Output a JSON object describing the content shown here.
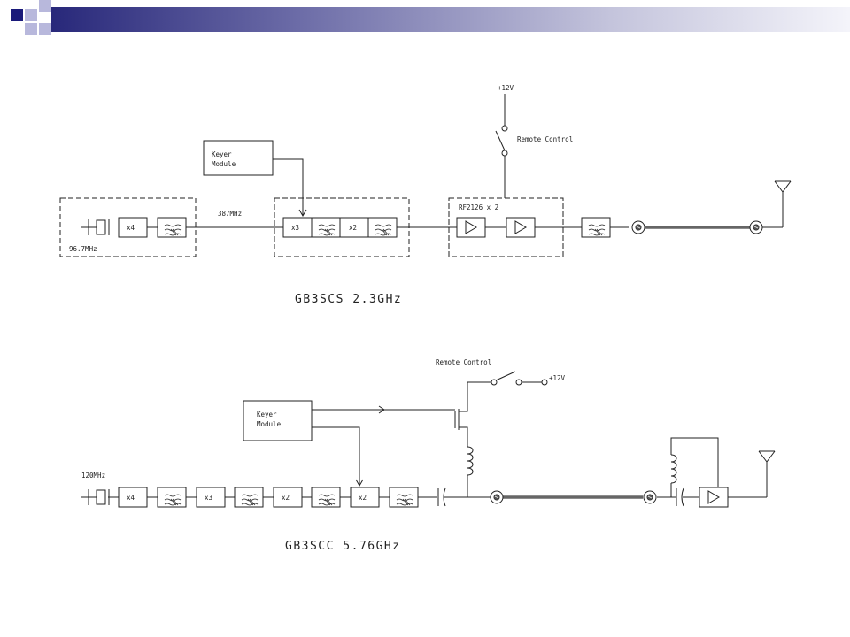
{
  "slide": {
    "accent_dark": "#1a1a7a",
    "accent_light": "#b8b8dc"
  },
  "top_diagram": {
    "title": "GB3SCS 2.3GHz",
    "supply": "+12V",
    "remote_control": "Remote Control",
    "keyer": [
      "Keyer",
      "Module"
    ],
    "crystal_freq": "96.7MHz",
    "intermediate_freq": "387MHz",
    "amplifier_label": "RF2126 x 2",
    "mult_1": "x4",
    "mult_2": "x3",
    "mult_3": "x2"
  },
  "bottom_diagram": {
    "title": "GB3SCC 5.76GHz",
    "supply": "+12V",
    "remote_control": "Remote Control",
    "keyer": [
      "Keyer",
      "Module"
    ],
    "crystal_freq": "120MHz",
    "mult_1": "x4",
    "mult_2": "x3",
    "mult_3": "x2",
    "mult_4": "x2"
  }
}
